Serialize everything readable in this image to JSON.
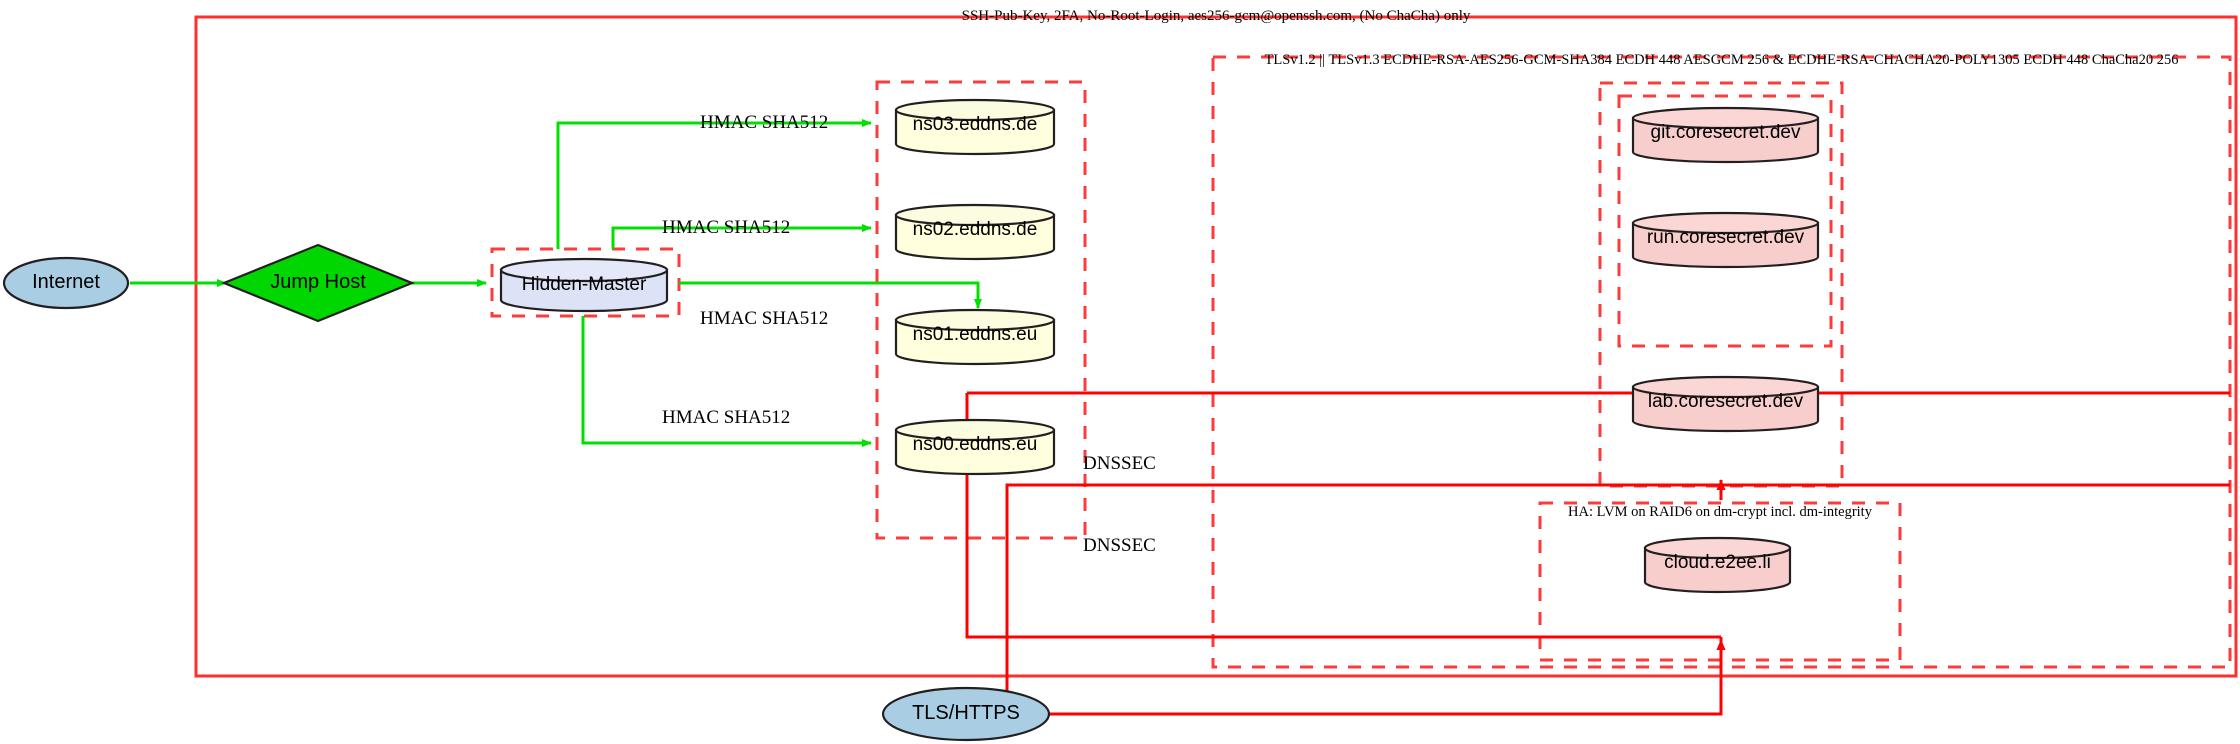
{
  "diagram": {
    "title_label": "SSH-Pub-Key, 2FA, No-Root-Login, aes256-gcm@openssh.com, (No ChaCha) only",
    "colors": {
      "boundary_red": "#ff2020",
      "edge_green": "#00e000",
      "edge_red": "#ff0000",
      "dns_fill": "#ffffdd",
      "service_fill": "#f8cecc",
      "master_fill": "#dde3f6",
      "internet_fill": "#a9cde3",
      "jumphost_fill": "#00d600",
      "stroke_dark": "#231f20"
    }
  },
  "groups": {
    "outer_ssh": {
      "label": "SSH-Pub-Key, 2FA, No-Root-Login, aes256-gcm@openssh.com, (No ChaCha) only"
    },
    "tls_zone": {
      "label": "TLSv1.2 || TLSv1.3 ECDHE-RSA-AES256-GCM-SHA384 ECDH 448 AESGCM 256 & ECDHE-RSA-CHACHA20-POLY1305 ECDH 448 ChaCha20 256"
    },
    "ha_zone": {
      "label": "HA: LVM on RAID6 on dm-crypt incl. dm-integrity"
    },
    "dns_zone": {
      "label": ""
    },
    "master_zone": {
      "label": ""
    },
    "coresecret_zone": {
      "label": ""
    },
    "coresecret_inner_zone": {
      "label": ""
    },
    "cloud_zone": {
      "label": ""
    }
  },
  "nodes": {
    "internet": {
      "label": "Internet",
      "shape": "ellipse"
    },
    "jump_host": {
      "label": "Jump Host",
      "shape": "diamond"
    },
    "hidden_master": {
      "label": "Hidden-Master",
      "shape": "cylinder"
    },
    "tls_https": {
      "label": "TLS/HTTPS",
      "shape": "ellipse"
    },
    "ns03": {
      "label": "ns03.eddns.de",
      "shape": "cylinder"
    },
    "ns02": {
      "label": "ns02.eddns.de",
      "shape": "cylinder"
    },
    "ns01": {
      "label": "ns01.eddns.eu",
      "shape": "cylinder"
    },
    "ns00": {
      "label": "ns00.eddns.eu",
      "shape": "cylinder"
    },
    "git": {
      "label": "git.coresecret.dev",
      "shape": "cylinder"
    },
    "run": {
      "label": "run.coresecret.dev",
      "shape": "cylinder"
    },
    "lab": {
      "label": "lab.coresecret.dev",
      "shape": "cylinder"
    },
    "cloud": {
      "label": "cloud.e2ee.li",
      "shape": "cylinder"
    }
  },
  "edges": [
    {
      "id": "e-ns03",
      "label": "HMAC SHA512",
      "from": "hidden_master",
      "to": "ns03",
      "color": "green"
    },
    {
      "id": "e-ns02",
      "label": "HMAC SHA512",
      "from": "hidden_master",
      "to": "ns02",
      "color": "green"
    },
    {
      "id": "e-ns01",
      "label": "HMAC SHA512",
      "from": "hidden_master",
      "to": "ns01",
      "color": "green"
    },
    {
      "id": "e-ns00",
      "label": "HMAC SHA512",
      "from": "hidden_master",
      "to": "ns00",
      "color": "green"
    },
    {
      "id": "e-dnssec-1",
      "label": "DNSSEC",
      "from": "tls_https",
      "to": "coresecret_zone",
      "color": "red"
    },
    {
      "id": "e-dnssec-2",
      "label": "DNSSEC",
      "from": "tls_https",
      "to": "cloud_zone",
      "color": "red"
    }
  ]
}
